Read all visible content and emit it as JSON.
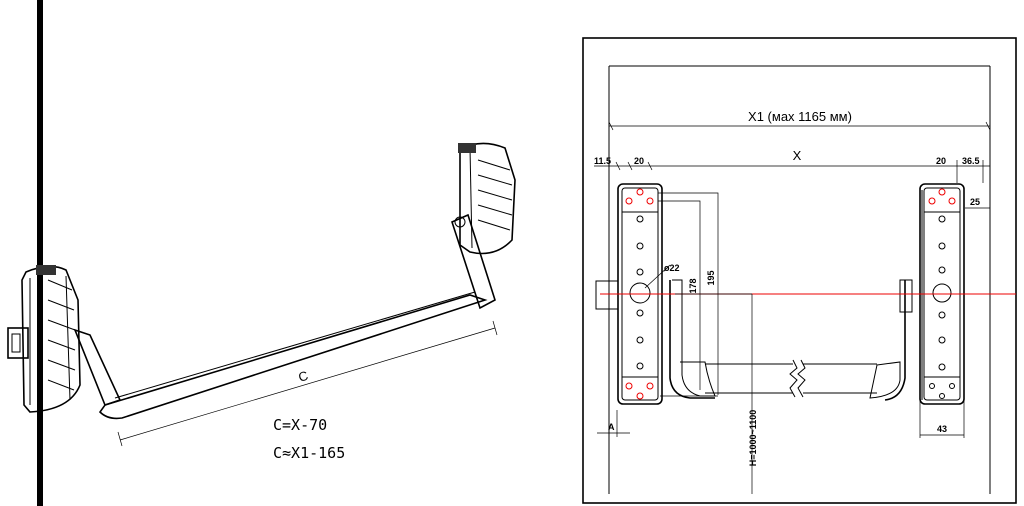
{
  "perspective": {
    "bar_label": "C",
    "formula_1": "C=X-70",
    "formula_2": "C≈X1-165"
  },
  "plan": {
    "x1_label": "X1 (мах 1165 мм)",
    "x_label": "X",
    "dim_11_5": "11.5",
    "dim_20_left": "20",
    "dim_20_right": "20",
    "dim_36_5": "36.5",
    "dim_25": "25",
    "dim_diameter": "ø22",
    "dim_178": "178",
    "dim_195": "195",
    "dim_height": "H=1000~1100",
    "dim_a": "A",
    "dim_43": "43",
    "axis_color": "#e00000"
  }
}
